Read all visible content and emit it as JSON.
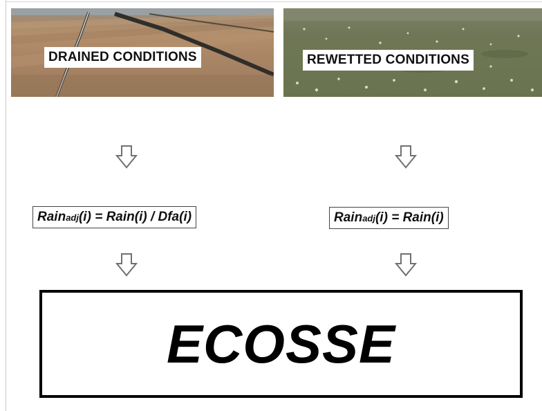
{
  "left_panel": {
    "label": "DRAINED CONDITIONS",
    "formula_var": "Rain",
    "formula_sub": "adj",
    "formula_rest": "(i) = Rain(i) / Dfa(i)"
  },
  "right_panel": {
    "label": "REWETTED CONDITIONS",
    "formula_var": "Rain",
    "formula_sub": "adj",
    "formula_rest": "(i) = Rain(i)"
  },
  "model": {
    "name": "ECOSSE"
  },
  "colors": {
    "arrow_stroke": "#707070",
    "box_border": "#000000"
  },
  "icons": {
    "flow_arrow": "down-arrow-icon"
  }
}
